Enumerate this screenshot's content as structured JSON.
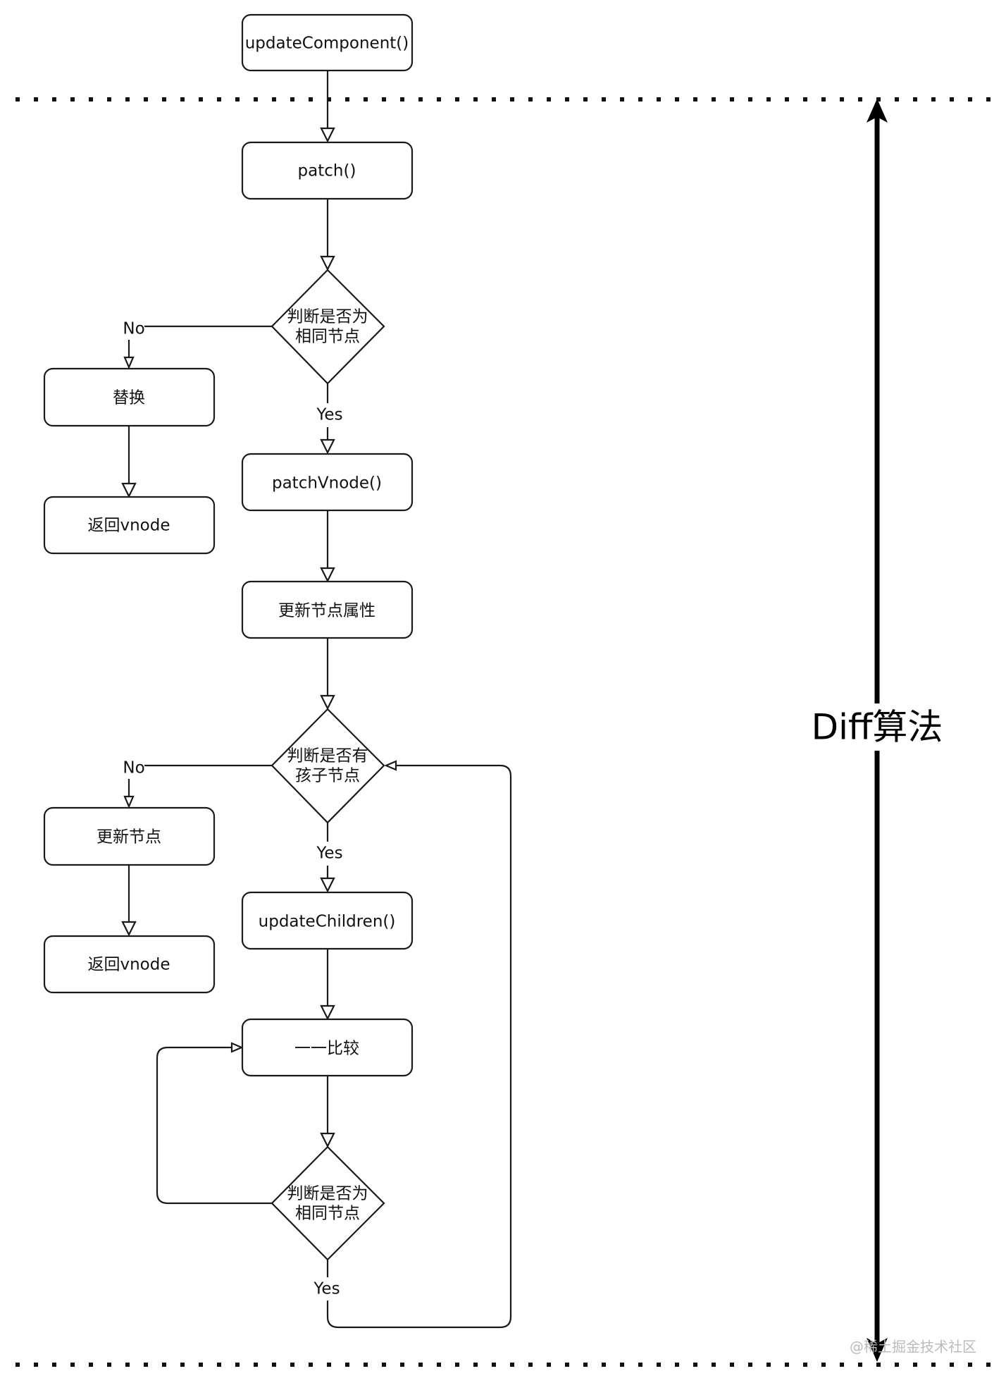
{
  "nodes": {
    "update_component": "updateComponent()",
    "patch": "patch()",
    "same_node_check_1": [
      "判断是否为",
      "相同节点"
    ],
    "replace": "替换",
    "return_vnode_1": "返回vnode",
    "patch_vnode": "patchVnode()",
    "update_node_attrs": "更新节点属性",
    "has_children_check": [
      "判断是否有",
      "孩子节点"
    ],
    "update_node": "更新节点",
    "return_vnode_2": "返回vnode",
    "update_children": "updateChildren()",
    "compare_each": "一一比较",
    "same_node_check_2": [
      "判断是否为",
      "相同节点"
    ]
  },
  "edge_labels": {
    "no_1": "No",
    "yes_1": "Yes",
    "no_2": "No",
    "yes_2": "Yes",
    "yes_3": "Yes"
  },
  "span_label": "Diff算法",
  "watermark": "@稀土掘金技术社区"
}
